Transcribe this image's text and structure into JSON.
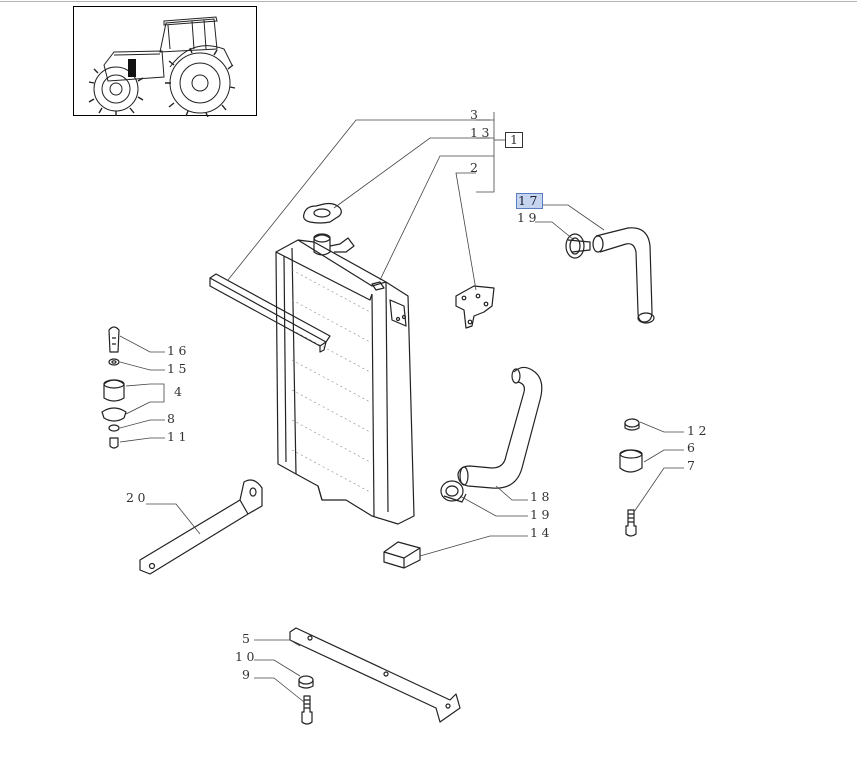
{
  "part_callouts": [
    {
      "id": "c3",
      "text": "3",
      "interactive": false
    },
    {
      "id": "c13",
      "text": "13",
      "interactive": false
    },
    {
      "id": "c1",
      "text": "1",
      "interactive": false
    },
    {
      "id": "c2",
      "text": "2",
      "interactive": false
    },
    {
      "id": "c17",
      "text": "17",
      "interactive": true
    },
    {
      "id": "c19a",
      "text": "19",
      "interactive": false
    },
    {
      "id": "c16",
      "text": "16",
      "interactive": false
    },
    {
      "id": "c15",
      "text": "15",
      "interactive": false
    },
    {
      "id": "c4",
      "text": "4",
      "interactive": false
    },
    {
      "id": "c8",
      "text": "8",
      "interactive": false
    },
    {
      "id": "c11",
      "text": "11",
      "interactive": false
    },
    {
      "id": "c12",
      "text": "12",
      "interactive": false
    },
    {
      "id": "c6",
      "text": "6",
      "interactive": false
    },
    {
      "id": "c7",
      "text": "7",
      "interactive": false
    },
    {
      "id": "c20",
      "text": "20",
      "interactive": false
    },
    {
      "id": "c18",
      "text": "18",
      "interactive": false
    },
    {
      "id": "c19b",
      "text": "19",
      "interactive": false
    },
    {
      "id": "c14",
      "text": "14",
      "interactive": false
    },
    {
      "id": "c5",
      "text": "5",
      "interactive": false
    },
    {
      "id": "c10",
      "text": "10",
      "interactive": false
    },
    {
      "id": "c9",
      "text": "9",
      "interactive": false
    }
  ],
  "highlight_color": "#c5d4ef",
  "line_color": "#222222"
}
